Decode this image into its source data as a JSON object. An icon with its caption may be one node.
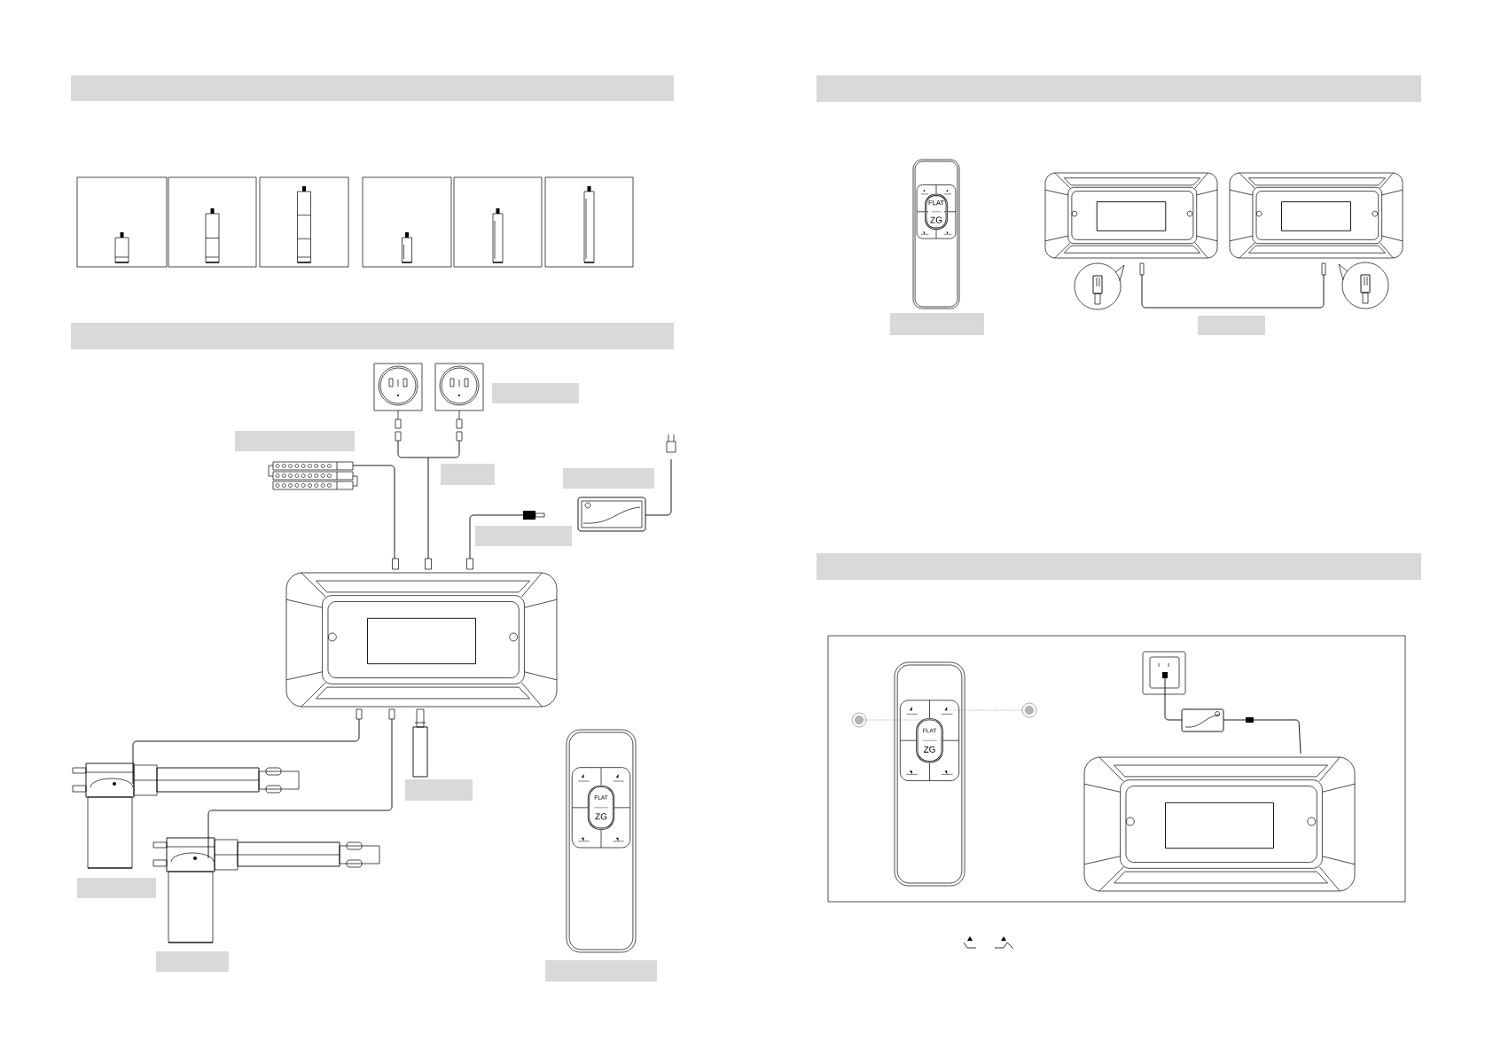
{
  "diagram": {
    "nodes": [
      {
        "text": [
          "FLAT",
          "ZG"
        ]
      },
      {
        "text": [
          "FLAT",
          "ZG"
        ]
      },
      {
        "text": [
          "FLAT",
          "ZG"
        ]
      },
      {
        "text": [],
        "shape": "bar"
      },
      {
        "text": [],
        "shape": "bar"
      },
      {
        "text": [],
        "shape": "bar"
      },
      {
        "text": [],
        "shape": "bar"
      },
      {
        "text": [],
        "shape": "bar"
      },
      {
        "text": [],
        "shape": "bar"
      },
      {
        "text": [],
        "shape": "bar"
      },
      {
        "text": [],
        "shape": "bar"
      },
      {
        "text": [],
        "shape": "bar"
      },
      {
        "text": [],
        "shape": "bar"
      },
      {
        "text": [],
        "shape": "bar"
      }
    ]
  }
}
